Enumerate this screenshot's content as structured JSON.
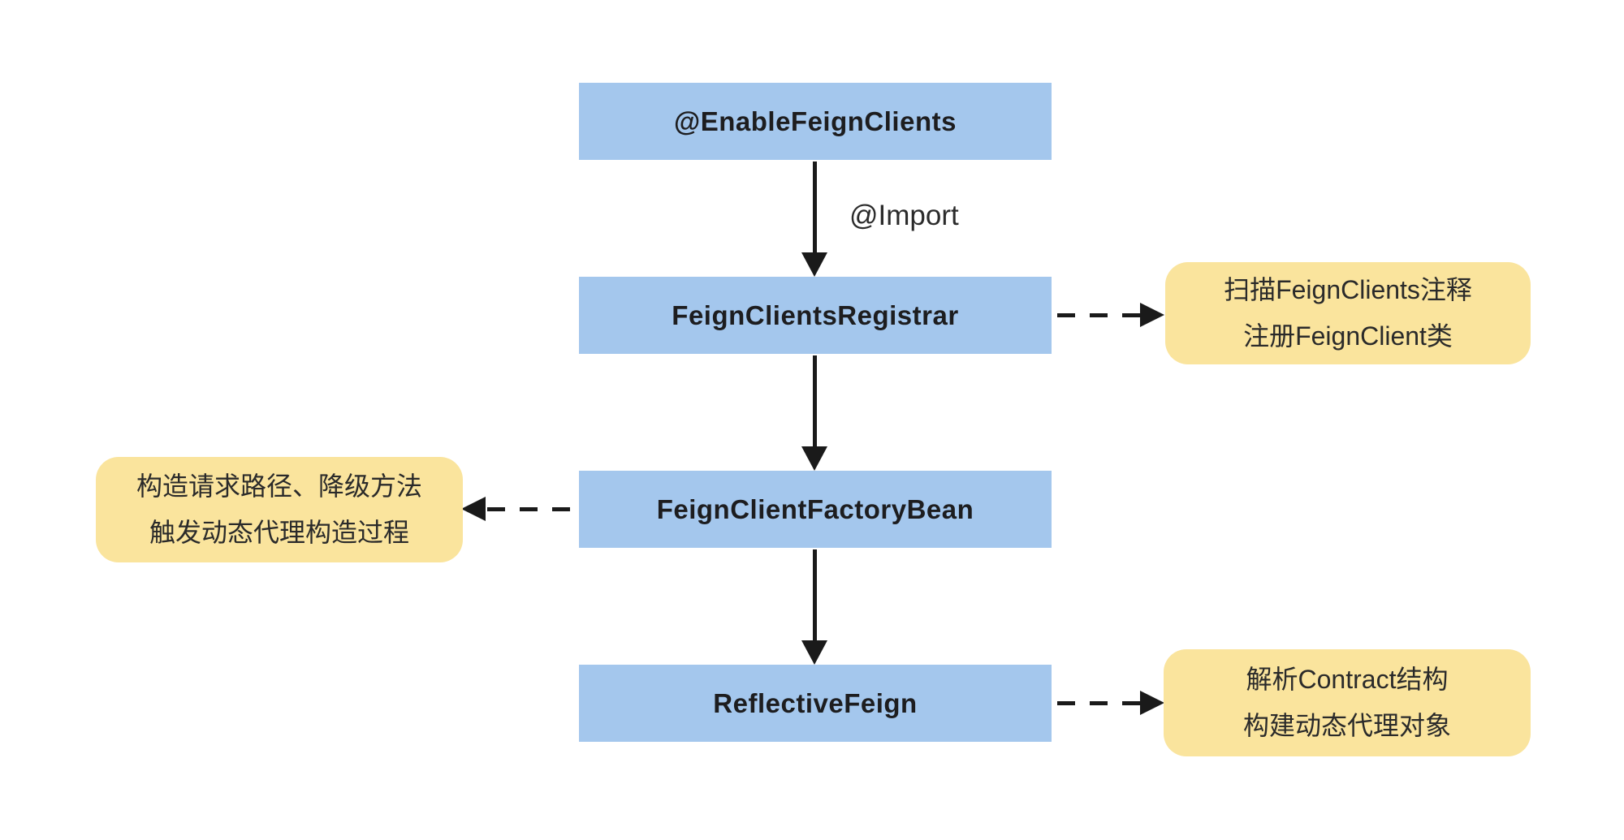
{
  "diagram": {
    "background": "#ffffff",
    "colors": {
      "node_fill": "#a4c7ed",
      "note_fill": "#fae49d",
      "arrow": "#1a1a1a",
      "node_text": "#1d1d1f",
      "note_text": "#2a2a2a"
    },
    "nodes": [
      {
        "label": "@EnableFeignClients"
      },
      {
        "label": "FeignClientsRegistrar"
      },
      {
        "label": "FeignClientFactoryBean"
      },
      {
        "label": "ReflectiveFeign"
      }
    ],
    "edge_label": "@Import",
    "notes": [
      {
        "line1": "扫描FeignClients注释",
        "line2": "注册FeignClient类"
      },
      {
        "line1": "构造请求路径、降级方法",
        "line2": "触发动态代理构造过程"
      },
      {
        "line1": "解析Contract结构",
        "line2": "构建动态代理对象"
      }
    ]
  }
}
